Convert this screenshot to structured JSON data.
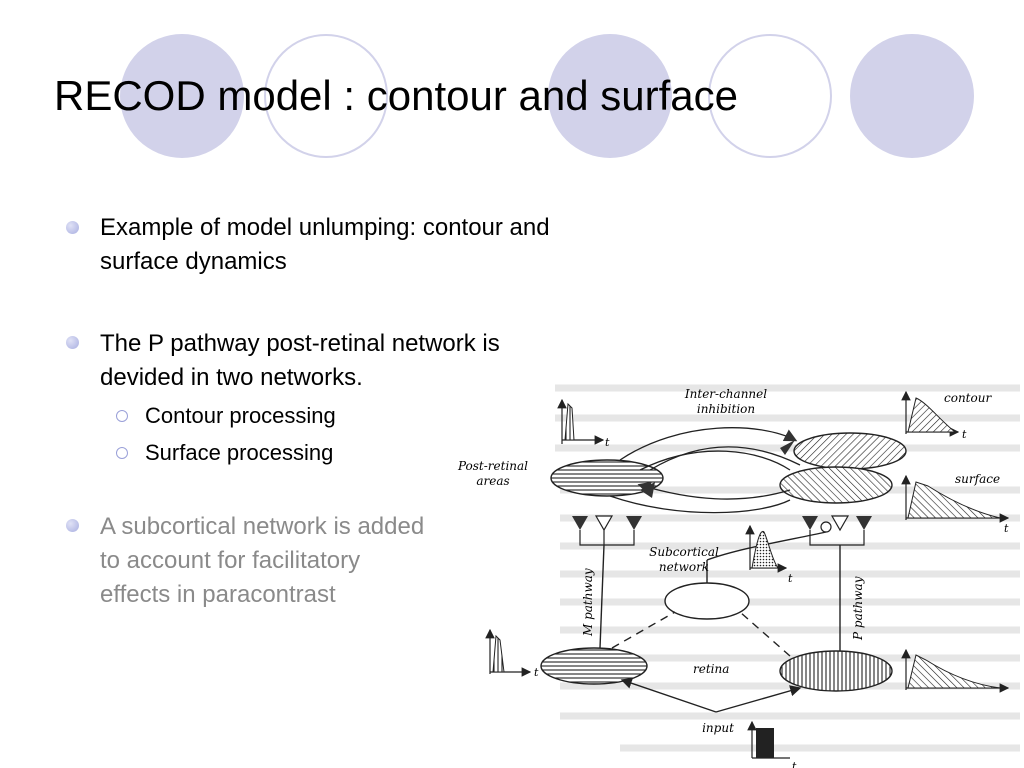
{
  "slide": {
    "title": "RECOD model : contour and surface",
    "bullets": [
      {
        "text": "Example of model unlumping: contour and surface dynamics"
      },
      {
        "text": "The P pathway post-retinal network is devided in two networks.",
        "subitems": [
          "Contour processing",
          "Surface processing"
        ]
      },
      {
        "text": "A subcortical network is added to account for facilitatory effects in paracontrast"
      }
    ],
    "colors": {
      "circle_fill": "#d2d2ea",
      "dimmed_text": "#8a8a8a"
    }
  },
  "diagram": {
    "labels": {
      "inter_channel": "Inter-channel inhibition",
      "post_retinal": "Post-retinal areas",
      "subcortical": "Subcortical network",
      "m_pathway": "M pathway",
      "p_pathway": "P pathway",
      "retina": "retina",
      "input": "input",
      "contour": "contour",
      "surface": "surface",
      "t": "t"
    }
  }
}
